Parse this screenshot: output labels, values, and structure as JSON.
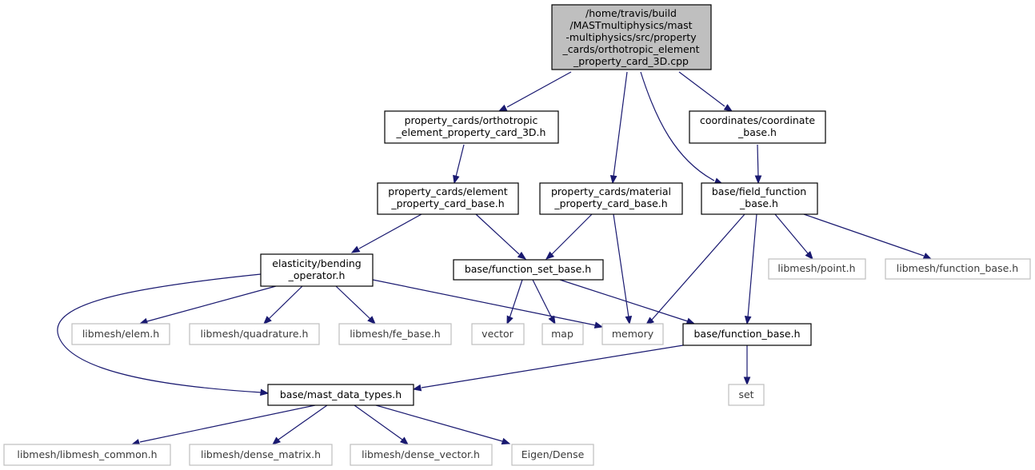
{
  "nodes": {
    "root": {
      "lines": [
        "/home/travis/build",
        "/MASTmultiphysics/mast",
        "-multiphysics/src/property",
        "_cards/orthotropic_element",
        "_property_card_3D.cpp"
      ]
    },
    "ortho_h": {
      "lines": [
        "property_cards/orthotropic",
        "_element_property_card_3D.h"
      ]
    },
    "coord_h": {
      "lines": [
        "coordinates/coordinate",
        "_base.h"
      ]
    },
    "elem_prop_h": {
      "lines": [
        "property_cards/element",
        "_property_card_base.h"
      ]
    },
    "mat_prop_h": {
      "lines": [
        "property_cards/material",
        "_property_card_base.h"
      ]
    },
    "field_func_h": {
      "lines": [
        "base/field_function",
        "_base.h"
      ]
    },
    "bending_h": {
      "lines": [
        "elasticity/bending",
        "_operator.h"
      ]
    },
    "func_set_h": {
      "lines": [
        "base/function_set_base.h"
      ]
    },
    "lm_point": {
      "lines": [
        "libmesh/point.h"
      ]
    },
    "lm_func_base": {
      "lines": [
        "libmesh/function_base.h"
      ]
    },
    "lm_elem": {
      "lines": [
        "libmesh/elem.h"
      ]
    },
    "lm_quad": {
      "lines": [
        "libmesh/quadrature.h"
      ]
    },
    "lm_fe": {
      "lines": [
        "libmesh/fe_base.h"
      ]
    },
    "vector": {
      "lines": [
        "vector"
      ]
    },
    "map": {
      "lines": [
        "map"
      ]
    },
    "memory": {
      "lines": [
        "memory"
      ]
    },
    "func_base_h": {
      "lines": [
        "base/function_base.h"
      ]
    },
    "set": {
      "lines": [
        "set"
      ]
    },
    "mast_types": {
      "lines": [
        "base/mast_data_types.h"
      ]
    },
    "lm_common": {
      "lines": [
        "libmesh/libmesh_common.h"
      ]
    },
    "lm_dmat": {
      "lines": [
        "libmesh/dense_matrix.h"
      ]
    },
    "lm_dvec": {
      "lines": [
        "libmesh/dense_vector.h"
      ]
    },
    "eigen": {
      "lines": [
        "Eigen/Dense"
      ]
    }
  },
  "edges": [
    [
      "root",
      "ortho_h"
    ],
    [
      "root",
      "coord_h"
    ],
    [
      "root",
      "mat_prop_h"
    ],
    [
      "root",
      "field_func_h"
    ],
    [
      "ortho_h",
      "elem_prop_h"
    ],
    [
      "coord_h",
      "field_func_h"
    ],
    [
      "elem_prop_h",
      "bending_h"
    ],
    [
      "elem_prop_h",
      "func_set_h"
    ],
    [
      "mat_prop_h",
      "func_set_h"
    ],
    [
      "mat_prop_h",
      "memory"
    ],
    [
      "field_func_h",
      "lm_point"
    ],
    [
      "field_func_h",
      "lm_func_base"
    ],
    [
      "field_func_h",
      "memory"
    ],
    [
      "field_func_h",
      "func_base_h"
    ],
    [
      "bending_h",
      "lm_elem"
    ],
    [
      "bending_h",
      "lm_quad"
    ],
    [
      "bending_h",
      "lm_fe"
    ],
    [
      "bending_h",
      "memory"
    ],
    [
      "bending_h",
      "mast_types"
    ],
    [
      "func_set_h",
      "vector"
    ],
    [
      "func_set_h",
      "map"
    ],
    [
      "func_set_h",
      "func_base_h"
    ],
    [
      "func_base_h",
      "set"
    ],
    [
      "func_base_h",
      "mast_types"
    ],
    [
      "mast_types",
      "lm_common"
    ],
    [
      "mast_types",
      "lm_dmat"
    ],
    [
      "mast_types",
      "lm_dvec"
    ],
    [
      "mast_types",
      "eigen"
    ]
  ]
}
